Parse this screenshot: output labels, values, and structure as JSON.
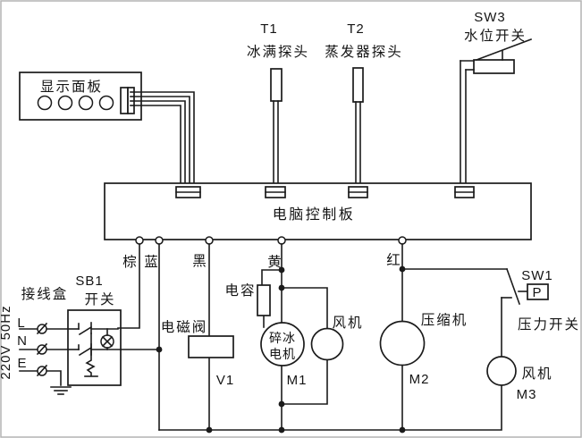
{
  "colors": {
    "line": "#1b1b1b",
    "background": "#ffffff"
  },
  "board": {
    "label": "电脑控制板"
  },
  "display_panel": {
    "label": "显示面板"
  },
  "probes": {
    "t1_id": "T1",
    "t1_name": "冰满探头",
    "t2_id": "T2",
    "t2_name": "蒸发器探头"
  },
  "sw3": {
    "id": "SW3",
    "name": "水位开关"
  },
  "sw1": {
    "id": "SW1",
    "name": "压力开关",
    "sensor": "P"
  },
  "sb1": {
    "id": "SB1",
    "name": "开关"
  },
  "power": {
    "junction_box": "接线盒",
    "rating": "220V  50Hz",
    "terminal_l": "L",
    "terminal_n": "N",
    "terminal_e": "E"
  },
  "wire_labels": {
    "brown": "棕",
    "blue": "蓝",
    "black": "黑",
    "yellow": "黄",
    "red": "红"
  },
  "components": {
    "solenoid": {
      "name": "电磁阀",
      "id": "V1"
    },
    "capacitor": {
      "name": "电容"
    },
    "crusher_motor": {
      "name_line1": "碎冰",
      "name_line2": "电机",
      "id": "M1"
    },
    "fan1": {
      "name": "风机"
    },
    "compressor": {
      "name": "压缩机",
      "id": "M2"
    },
    "fan3": {
      "name": "风机",
      "id": "M3"
    }
  }
}
